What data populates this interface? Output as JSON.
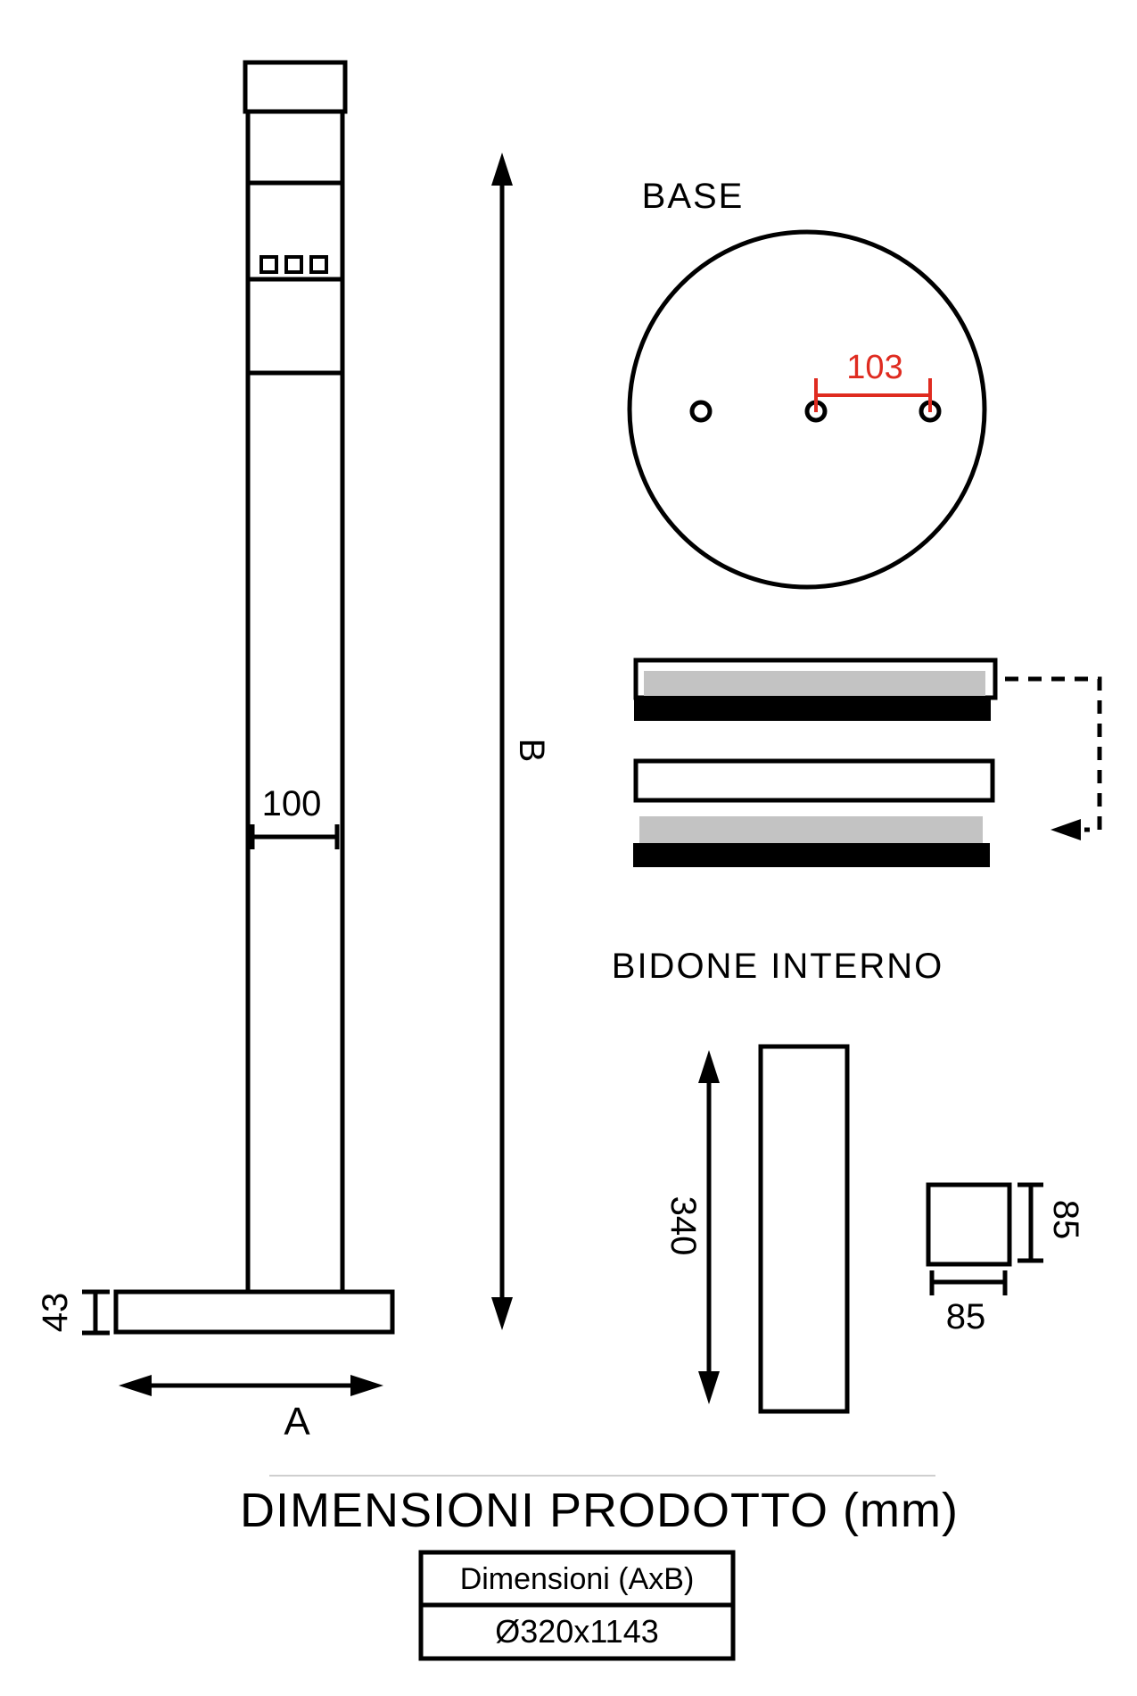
{
  "labels": {
    "front": {
      "width": "100",
      "base_height": "43",
      "width_letter": "A",
      "height_letter": "B"
    },
    "base_view": {
      "title": "BASE",
      "hole_spacing": "103"
    },
    "bin": {
      "title": "BIDONE INTERNO",
      "height": "340",
      "side_right": "85",
      "side_bottom": "85"
    },
    "footer": {
      "title": "DIMENSIONI PRODOTTO (mm)",
      "table_header": "Dimensioni (AxB)",
      "table_value": "Ø320x1143"
    }
  },
  "colors": {
    "ink": "#000000",
    "accent_red": "#df2b20",
    "fill_gray": "#c3c3c3",
    "divider_gray": "#cfcfcf"
  }
}
